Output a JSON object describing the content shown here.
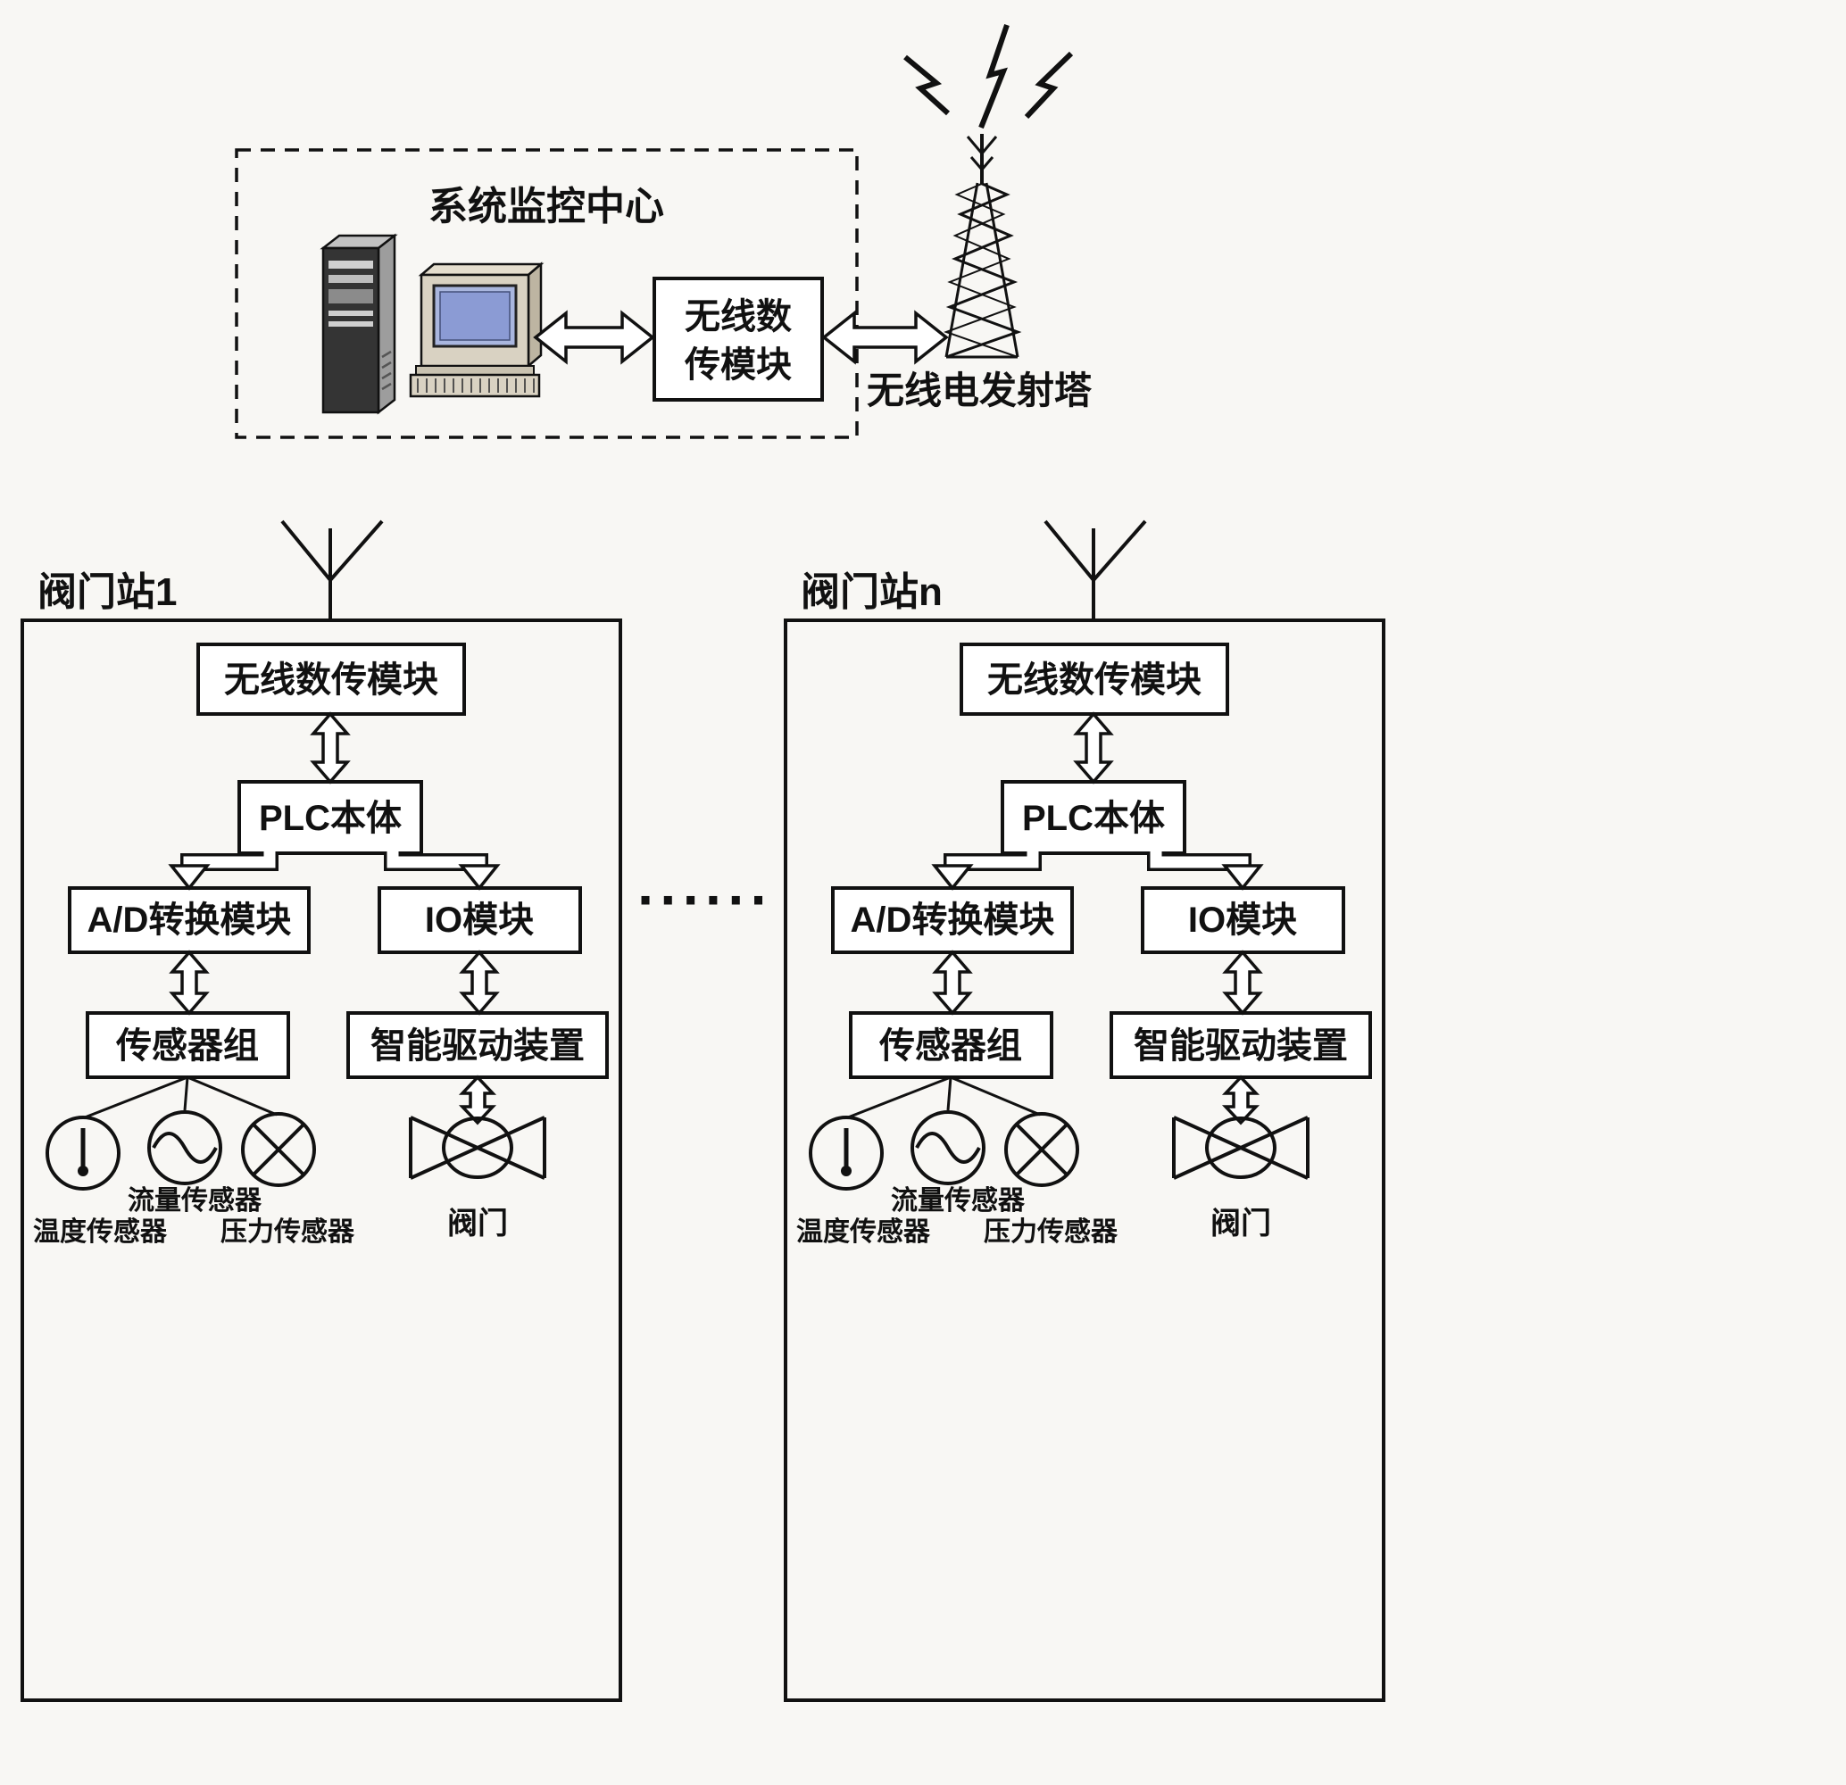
{
  "center": {
    "title": "系统监控中心",
    "wireless_module": {
      "line1": "无线数",
      "line2": "传模块"
    },
    "tower_label": "无线电发射塔"
  },
  "ellipsis": "······",
  "stations": [
    {
      "name": "阀门站1",
      "wireless": "无线数传模块",
      "plc": "PLC本体",
      "ad": "A/D转换模块",
      "io": "IO模块",
      "sensor_group": "传感器组",
      "drive": "智能驱动装置",
      "flow": "流量传感器",
      "temp": "温度传感器",
      "pressure": "压力传感器",
      "valve": "阀门"
    },
    {
      "name": "阀门站n",
      "wireless": "无线数传模块",
      "plc": "PLC本体",
      "ad": "A/D转换模块",
      "io": "IO模块",
      "sensor_group": "传感器组",
      "drive": "智能驱动装置",
      "flow": "流量传感器",
      "temp": "温度传感器",
      "pressure": "压力传感器",
      "valve": "阀门"
    }
  ]
}
